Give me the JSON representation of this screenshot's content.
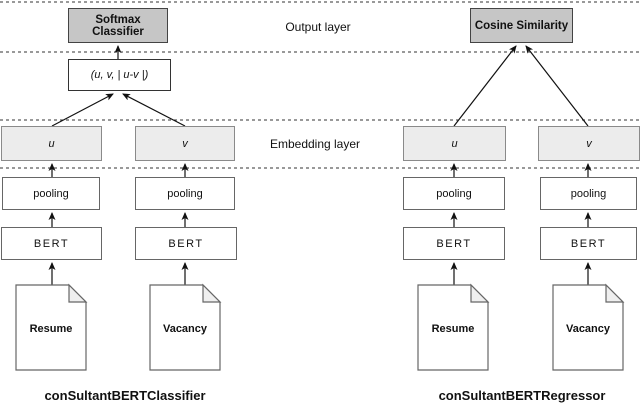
{
  "layer_labels": {
    "output": "Output layer",
    "embedding": "Embedding layer"
  },
  "shared": {
    "u": "u",
    "v": "v",
    "pooling": "pooling",
    "bert": "BERT",
    "resume": "Resume",
    "vacancy": "Vacancy"
  },
  "left": {
    "output_box": "Softmax Classifier",
    "concat_box": "(u, v, | u-v |)",
    "caption": "conSultantBERTClassifier"
  },
  "right": {
    "output_box": "Cosine Similarity",
    "caption": "conSultantBERTRegressor"
  },
  "colors": {
    "background": "#ffffff",
    "output_box_fill": "#c6c6c6",
    "embedding_box_fill": "#ececec",
    "box_border_dark": "#444444",
    "line": "#111111",
    "separator": "#333333"
  }
}
